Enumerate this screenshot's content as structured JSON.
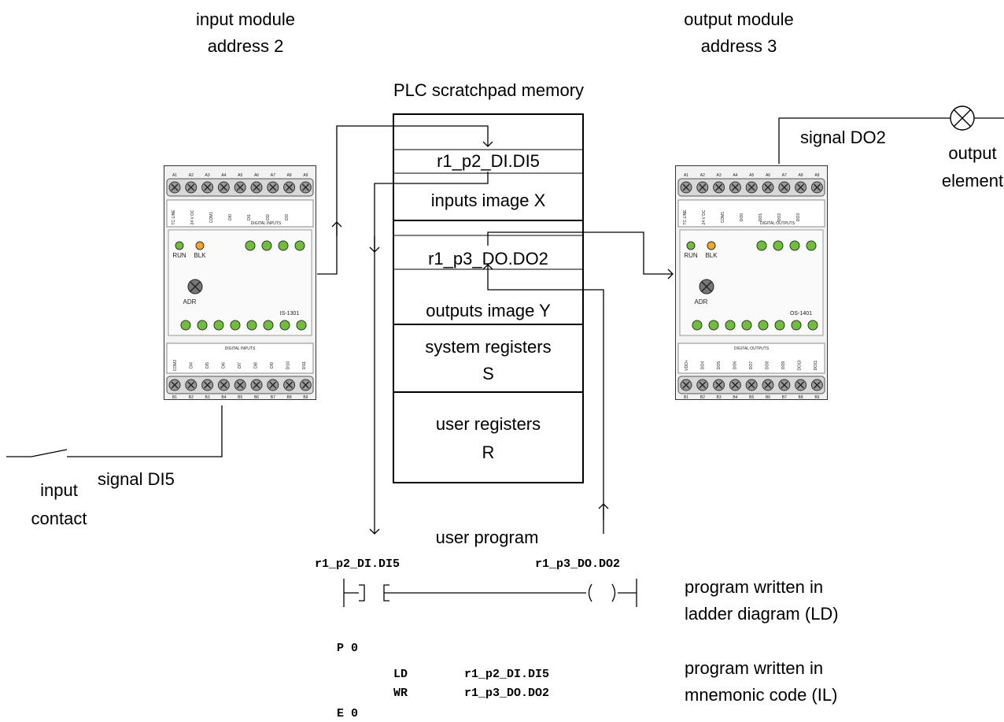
{
  "labels": {
    "input_module_line1": "input",
    "input_module_line2": "module",
    "input_module_line3": "address 2",
    "output_module_line1": "output module",
    "output_module_line2": "address 3",
    "memory_title": "PLC scratchpad memory",
    "signal_do2": "signal DO2",
    "output_element_line1": "output",
    "output_element_line2": "element",
    "signal_di5": "signal DI5",
    "input_contact_line1": "input",
    "input_contact_line2": "contact",
    "user_program": "user program"
  },
  "memory": {
    "r_di5": "r1_p2_DI.DI5",
    "inputs_image": "inputs image X",
    "r_do2": "r1_p3_DO.DO2",
    "outputs_image": "outputs image Y",
    "system_line1": "system registers",
    "system_line2": "S",
    "user_line1": "user registers",
    "user_line2": "R"
  },
  "ladder": {
    "contact_tag": "r1_p2_DI.DI5",
    "coil_tag": "r1_p3_DO.DO2",
    "desc_line1": "program written in",
    "desc_line2": "ladder diagram (LD)"
  },
  "mnemonic": {
    "p0": "P 0",
    "ld_op": "LD",
    "ld_arg": "r1_p2_DI.DI5",
    "wr_op": "WR",
    "wr_arg": "r1_p3_DO.DO2",
    "e0": "E 0",
    "desc_line1": "program written in",
    "desc_line2": "mnemonic code (IL)"
  },
  "input_module": {
    "top_terminals": [
      "A1",
      "A2",
      "A3",
      "A4",
      "A5",
      "A6",
      "A7",
      "A8",
      "A9"
    ],
    "bottom_terminals": [
      "B1",
      "B2",
      "B3",
      "B4",
      "B5",
      "B6",
      "B7",
      "B8",
      "B9"
    ],
    "top_label": "DIGITAL INPUTS",
    "bottom_label": "DIGITAL INPUTS",
    "top_signals": [
      "TC LINE",
      "24 V DC",
      "COM1",
      "DI0",
      "DI1",
      "DI2",
      "DI3"
    ],
    "bottom_signals": [
      "COM2",
      "DI4",
      "DI5",
      "DI6",
      "DI7",
      "DI8",
      "DI9",
      "DI10",
      "DI11"
    ],
    "run": "RUN",
    "blk": "BLK",
    "adr": "ADR",
    "model": "IS-1301"
  },
  "output_module": {
    "top_terminals": [
      "A1",
      "A2",
      "A3",
      "A4",
      "A5",
      "A6",
      "A7",
      "A8",
      "A9"
    ],
    "bottom_terminals": [
      "B1",
      "B2",
      "B3",
      "B4",
      "B5",
      "B6",
      "B7",
      "B8",
      "B9"
    ],
    "top_label": "DIGITAL OUTPUTS",
    "bottom_label": "DIGITAL OUTPUTS",
    "top_signals": [
      "TC LINE",
      "24 V DC",
      "COM1",
      "DO0",
      "DO1",
      "DO2",
      "DO3"
    ],
    "bottom_signals": [
      "VDO+",
      "DO4",
      "DO5",
      "DO6",
      "DO7",
      "DO8",
      "DO9",
      "DO10",
      "DO11"
    ],
    "run": "RUN",
    "blk": "BLK",
    "adr": "ADR",
    "model": "OS-1401"
  },
  "colors": {
    "led_green": "#6fbf3a",
    "led_orange": "#f5a623",
    "module_body": "#f2f2f2"
  }
}
